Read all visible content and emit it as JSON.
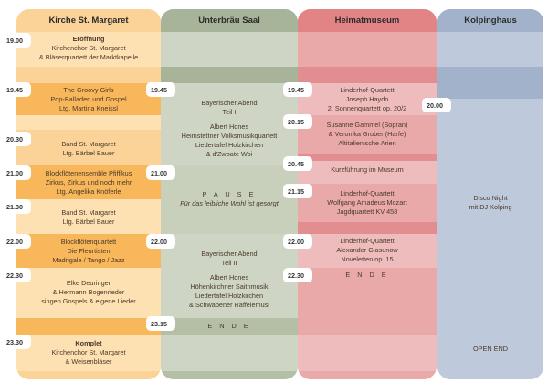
{
  "columns": [
    {
      "title": "Kirche St. Margaret",
      "color": "#fbd398"
    },
    {
      "title": "Unterbräu Saal",
      "color": "#a8b499"
    },
    {
      "title": "Heimatmuseum",
      "color": "#e28486"
    },
    {
      "title": "Kolpinghaus",
      "color": "#a2b2ca"
    }
  ],
  "kirche": {
    "e1": {
      "time": "19.00",
      "title": "Eröffnung",
      "line1": "Kirchenchor St. Margaret",
      "line2": "& Bläserquartett der Marktkapelle"
    },
    "e2": {
      "time": "19.45",
      "title": "The Groovy Girls",
      "line1": "Pop-Balladen und Gospel",
      "line2": "Ltg. Martina Kneissl"
    },
    "e3": {
      "time": "20.30",
      "title": "Band St. Margaret",
      "line1": "Ltg. Bärbel Bauer"
    },
    "e4": {
      "time": "21.00",
      "title": "Blockflötenensemble Pfiffikus",
      "line1": "Zirkus, Zirkus und noch mehr",
      "line2": "Ltg. Angelika Knöferle"
    },
    "e5": {
      "time": "21.30",
      "title": "Band St. Margaret",
      "line1": "Ltg. Bärbel Bauer"
    },
    "e6": {
      "time": "22.00",
      "title": "Blockflötenquartett",
      "line1": "Die Fleurtisten",
      "line2": "Madrigale / Tango / Jazz"
    },
    "e7": {
      "time": "22.30",
      "title": "Elke Deuringer",
      "line1": "& Hermann Bogenrieder",
      "line2": "singen Gospels & eigene Lieder"
    },
    "e8": {
      "time": "23.30",
      "title": "Komplet",
      "line1": "Kirchenchor St. Margaret",
      "line2": "& Weisenbläser"
    }
  },
  "unterbraeu": {
    "e1": {
      "time": "19.45",
      "title": "Bayerischer Abend",
      "line1": "Teil I",
      "artist": "Albert Hones",
      "g1": "Heimstettner Volksmusikquartett",
      "g2": "Liedertafel Holzkirchen",
      "g3": "& d'Zwoate Woi"
    },
    "e2": {
      "time": "21.00",
      "title": "P A U S E",
      "line1": "Für das leibliche Wohl ist gesorgt"
    },
    "e3": {
      "time": "22.00",
      "title": "Bayerischer Abend",
      "line1": "Teil II",
      "artist": "Albert Hones",
      "g1": "Höhenkirchner Saitnmusik",
      "g2": "Liedertafel Holzkirchen",
      "g3": "& Schwabener Raffelemusi"
    },
    "e4": {
      "time": "23.15",
      "title": "E N D E"
    }
  },
  "museum": {
    "e1": {
      "time": "19.45",
      "title": "Linderhof-Quartett",
      "line1": "Joseph Haydn",
      "line2": "2. Sonnenquartett op. 20/2"
    },
    "e2": {
      "time": "20.15",
      "title": "Susanne Gammel (Sopran)",
      "line1": "& Veronika Gruber (Harfe)",
      "line2": "Altitalienische Arien"
    },
    "e3": {
      "time": "20.45",
      "title": "Kurzführung im Museum"
    },
    "e4": {
      "time": "21.15",
      "title": "Linderhof-Quartett",
      "line1": "Wolfgang Amadeus Mozart",
      "line2": "Jagdquartett KV 458"
    },
    "e5": {
      "time": "22.00",
      "title": "Linderhof-Quartett",
      "line1": "Alexander Glasunow",
      "line2": "Noveletten op. 15"
    },
    "e6": {
      "time": "22.30",
      "title": "E N D E"
    }
  },
  "kolping": {
    "e1": {
      "time": "20.00",
      "title": "Disco Night",
      "line1": "mit DJ Kolping"
    },
    "e2": {
      "title": "OPEN END"
    }
  }
}
